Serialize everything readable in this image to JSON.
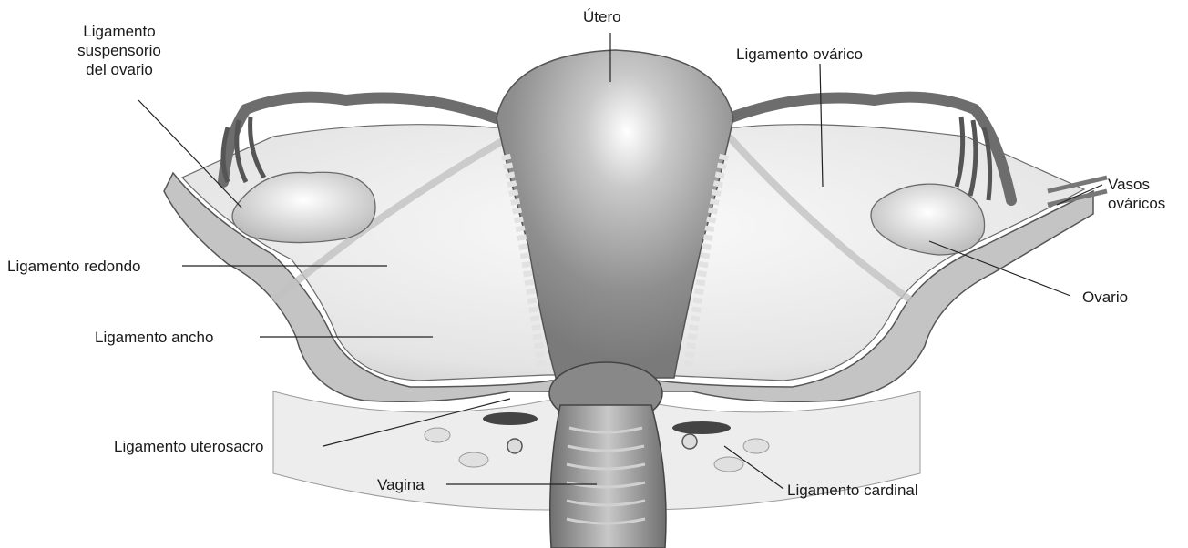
{
  "labels": {
    "utero": "Útero",
    "lig_susp_1": "Ligamento",
    "lig_susp_2": "suspensorio",
    "lig_susp_3": "del ovario",
    "lig_ovarico": "Ligamento ovárico",
    "vasos_1": "Vasos",
    "vasos_2": "ováricos",
    "lig_redondo": "Ligamento redondo",
    "ovario": "Ovario",
    "lig_ancho": "Ligamento ancho",
    "lig_uterosacro": "Ligamento uterosacro",
    "vagina": "Vagina",
    "lig_cardinal": "Ligamento cardinal"
  },
  "colors": {
    "background": "#ffffff",
    "tissue_light": "#e6e6e6",
    "tissue_mid": "#b3b3b3",
    "uterus": "#9c9c9c",
    "outline": "#4a4a4a",
    "leader": "#222222"
  }
}
